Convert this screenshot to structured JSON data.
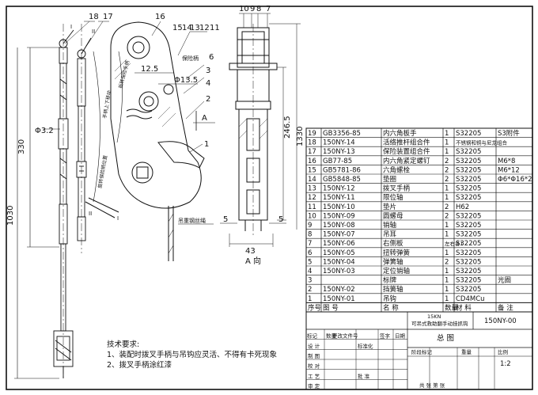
{
  "dimensions": {
    "d330": "330",
    "d1030": "1030",
    "d1330": "1330",
    "d2465": "246.5",
    "d32": "Φ3.2",
    "d135": "Φ13.5",
    "d125": "12.5",
    "d43": "43",
    "d5a": "5",
    "d5b": "5",
    "d6": "6"
  },
  "balloons": {
    "b18": "18",
    "b17": "17",
    "b16": "16",
    "b15": "15",
    "b14": "14",
    "b13": "13",
    "b12": "12",
    "b11": "11",
    "b10": "10",
    "b9": "9",
    "b8": "8",
    "b7": "7",
    "b3": "3",
    "b4": "4",
    "b2": "2",
    "b1": "1"
  },
  "labels": {
    "secA": "A",
    "viewA": "A 向",
    "roman1a": "I",
    "roman2a": "II",
    "roman1b": "I",
    "roman2b": "II",
    "arc1": "扳转保险手柄",
    "arc2": "手柄上下移动",
    "arc3": "旋转保险柄位置",
    "wire": "吊重钢丝绳",
    "safety": "保险柄"
  },
  "notes": {
    "heading": "技术要求:",
    "line1": "1、装配时拨叉手柄与吊钩应灵活、不得有卡死现象",
    "line2": "2、拨叉手柄涂红漆"
  },
  "bom": [
    {
      "no": "19",
      "code": "GB3356-85",
      "name": "内六角板手",
      "qty": "1",
      "mat": "S32205",
      "note": "S3附件"
    },
    {
      "no": "18",
      "code": "150NY-14",
      "name": "活络推杆组合件",
      "qty": "1",
      "mat": "不锈钢和铜与尼龙组合",
      "note": ""
    },
    {
      "no": "17",
      "code": "150NY-13",
      "name": "保险装置组合件",
      "qty": "1",
      "mat": "S32205",
      "note": ""
    },
    {
      "no": "16",
      "code": "GB77-85",
      "name": "内六角紧定螺钉",
      "qty": "2",
      "mat": "S32205",
      "note": "M6*8"
    },
    {
      "no": "15",
      "code": "GB5781-86",
      "name": "六角螺栓",
      "qty": "2",
      "mat": "S32205",
      "note": "M6*12"
    },
    {
      "no": "14",
      "code": "GB5848-85",
      "name": "垫圈",
      "qty": "2",
      "mat": "S32205",
      "note": "Φ6*Φ16*2"
    },
    {
      "no": "13",
      "code": "150NY-12",
      "name": "拨叉手柄",
      "qty": "1",
      "mat": "S32205",
      "note": ""
    },
    {
      "no": "12",
      "code": "150NY-11",
      "name": "限位轴",
      "qty": "1",
      "mat": "S32205",
      "note": ""
    },
    {
      "no": "11",
      "code": "150NY-10",
      "name": "垫片",
      "qty": "2",
      "mat": "H62",
      "note": ""
    },
    {
      "no": "10",
      "code": "150NY-09",
      "name": "圆螺母",
      "qty": "2",
      "mat": "S32205",
      "note": ""
    },
    {
      "no": "9",
      "code": "150NY-08",
      "name": "销轴",
      "qty": "1",
      "mat": "S32205",
      "note": ""
    },
    {
      "no": "8",
      "code": "150NY-07",
      "name": "吊耳",
      "qty": "1",
      "mat": "S32205",
      "note": ""
    },
    {
      "no": "7",
      "code": "150NY-06",
      "name": "右侧板",
      "qty": "左右各1",
      "mat": "S32205",
      "note": ""
    },
    {
      "no": "6",
      "code": "150NY-05",
      "name": "扭转弹簧",
      "qty": "1",
      "mat": "S32205",
      "note": ""
    },
    {
      "no": "5",
      "code": "150NY-04",
      "name": "弹簧轴",
      "qty": "2",
      "mat": "S32205",
      "note": ""
    },
    {
      "no": "4",
      "code": "150NY-03",
      "name": "定位销轴",
      "qty": "1",
      "mat": "S32205",
      "note": ""
    },
    {
      "no": "3",
      "code": "",
      "name": "标牌",
      "qty": "1",
      "mat": "S32205",
      "note": "光圈"
    },
    {
      "no": "2",
      "code": "150NY-02",
      "name": "挡簧轴",
      "qty": "1",
      "mat": "S32205",
      "note": ""
    },
    {
      "no": "1",
      "code": "150NY-01",
      "name": "吊钩",
      "qty": "1",
      "mat": "CD4MCu",
      "note": ""
    }
  ],
  "bom_header": {
    "no": "序号",
    "code": "图  号",
    "name": "名  称",
    "qty": "数量",
    "mat": "材  料",
    "note": "备  注"
  },
  "title_block": {
    "product_line1": "15KN",
    "product_line2": "可吊式救助翻手动挂抓钩",
    "drawing_no": "150NY-00",
    "title": "总  图",
    "mark": "标记",
    "count": "数量",
    "change_doc": "更改文件号",
    "sign": "签字",
    "date": "日期",
    "design": "设  计",
    "standard": "标准化",
    "drawn": "制  图",
    "proof": "校  对",
    "process": "工  艺",
    "review": "审  定",
    "stage": "阶段标记",
    "weight": "重量",
    "scale": "比例",
    "scale_val": "1:2",
    "approve": "批  准",
    "sheet": "共    张   第    张"
  }
}
